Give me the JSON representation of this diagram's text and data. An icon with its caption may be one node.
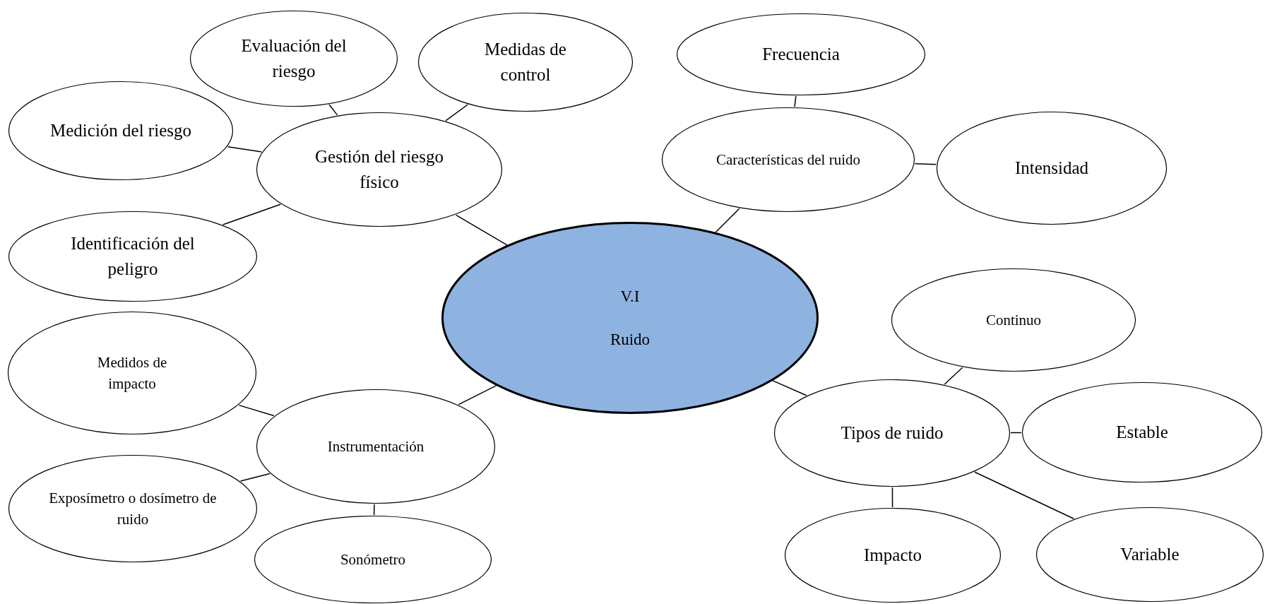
{
  "diagram": {
    "nodes": [
      {
        "text": [
          "V.I",
          "Ruido"
        ]
      },
      {
        "text": [
          "Gestión del riesgo físico"
        ]
      },
      {
        "text": [
          "Medición del riesgo"
        ]
      },
      {
        "text": [
          "Evaluación del riesgo"
        ]
      },
      {
        "text": [
          "Medidas de control"
        ]
      },
      {
        "text": [
          "Identificación del peligro"
        ]
      },
      {
        "text": [
          "Características del ruido"
        ]
      },
      {
        "text": [
          "Frecuencia"
        ]
      },
      {
        "text": [
          "Intensidad"
        ]
      },
      {
        "text": [
          "Instrumentación"
        ]
      },
      {
        "text": [
          "Medidos de impacto"
        ]
      },
      {
        "text": [
          "Exposímetro o dosímetro de ruido"
        ]
      },
      {
        "text": [
          "Sonómetro"
        ]
      },
      {
        "text": [
          "Tipos de ruido"
        ]
      },
      {
        "text": [
          "Continuo"
        ]
      },
      {
        "text": [
          "Estable"
        ]
      },
      {
        "text": [
          "Impacto"
        ]
      },
      {
        "text": [
          "Variable"
        ]
      }
    ],
    "edges": [
      {
        "from": 0,
        "to": 1,
        "arrow": "none"
      },
      {
        "from": 1,
        "to": 2,
        "arrow": "none"
      },
      {
        "from": 1,
        "to": 3,
        "arrow": "none"
      },
      {
        "from": 1,
        "to": 4,
        "arrow": "none"
      },
      {
        "from": 1,
        "to": 5,
        "arrow": "none"
      },
      {
        "from": 0,
        "to": 6,
        "arrow": "none"
      },
      {
        "from": 6,
        "to": 7,
        "arrow": "none"
      },
      {
        "from": 6,
        "to": 8,
        "arrow": "none"
      },
      {
        "from": 0,
        "to": 9,
        "arrow": "none"
      },
      {
        "from": 9,
        "to": 10,
        "arrow": "none"
      },
      {
        "from": 9,
        "to": 11,
        "arrow": "none"
      },
      {
        "from": 9,
        "to": 12,
        "arrow": "none"
      },
      {
        "from": 0,
        "to": 13,
        "arrow": "none"
      },
      {
        "from": 13,
        "to": 14,
        "arrow": "none"
      },
      {
        "from": 13,
        "to": 15,
        "arrow": "none"
      },
      {
        "from": 13,
        "to": 16,
        "arrow": "none"
      },
      {
        "from": 13,
        "to": 17,
        "arrow": "none"
      }
    ]
  }
}
